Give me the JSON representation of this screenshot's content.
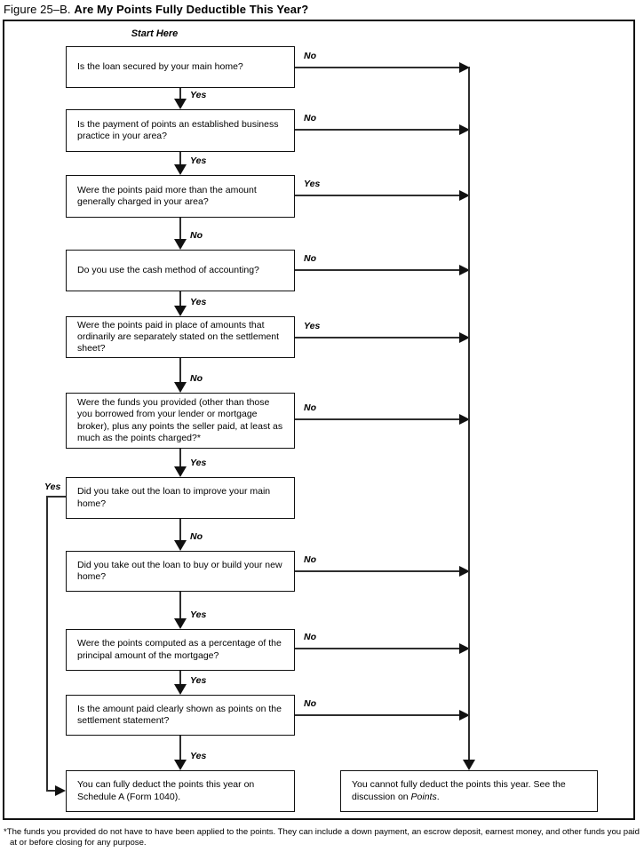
{
  "title": {
    "prefix": "Figure 25–B.",
    "main": "Are My Points Fully Deductible This Year?"
  },
  "start_label": "Start Here",
  "nodes": [
    {
      "text": "Is the loan secured by your main home?",
      "down_label": "Yes",
      "right_label": "No"
    },
    {
      "text": "Is the payment of points an established business practice in your area?",
      "down_label": "Yes",
      "right_label": "No"
    },
    {
      "text": "Were the points paid more than the amount generally charged in your area?",
      "down_label": "No",
      "right_label": "Yes"
    },
    {
      "text": "Do you use the cash method of accounting?",
      "down_label": "Yes",
      "right_label": "No"
    },
    {
      "text": "Were the points paid in place of amounts that ordinarily are separately stated on the settlement sheet?",
      "down_label": "No",
      "right_label": "Yes"
    },
    {
      "text": "Were the funds you provided (other than those you borrowed from your lender or mortgage broker), plus any points the seller paid, at least as much as the points charged?*",
      "down_label": "Yes",
      "right_label": "No"
    },
    {
      "text": "Did you take out the loan to improve your main home?",
      "down_label": "No",
      "left_label": "Yes"
    },
    {
      "text": "Did you take out the loan to buy or build your new home?",
      "down_label": "Yes",
      "right_label": "No"
    },
    {
      "text": "Were the points computed as a percentage of the principal amount of the mortgage?",
      "down_label": "Yes",
      "right_label": "No"
    },
    {
      "text": "Is the amount paid clearly shown as points on the settlement statement?",
      "down_label": "Yes",
      "right_label": "No"
    }
  ],
  "outcomes": {
    "deduct": "You can fully deduct the points this year on Schedule A (Form 1040).",
    "no_deduct_text": "You cannot fully deduct the points this year. See the discussion on ",
    "no_deduct_italic": "Points",
    "no_deduct_suffix": "."
  },
  "footnote": "*The funds you provided do not have to have been applied to the points. They can include a down payment, an escrow deposit, earnest money, and other funds you paid at or before closing for any purpose.",
  "colors": {
    "line": "#2e2e2e",
    "border": "#111111",
    "background": "#ffffff"
  }
}
